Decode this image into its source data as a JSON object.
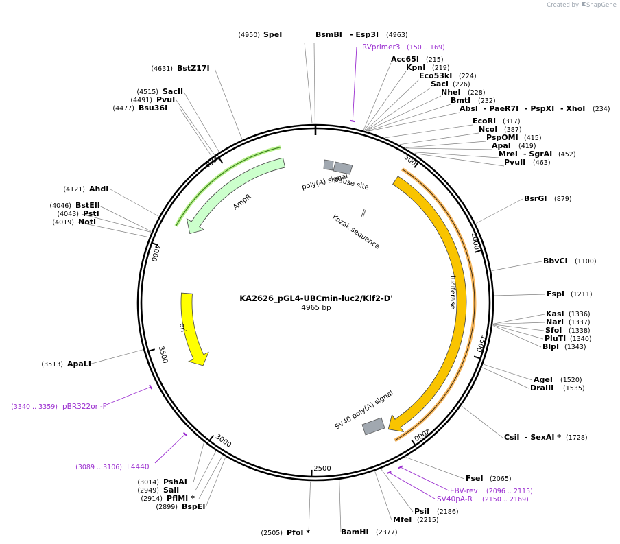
{
  "plasmid": {
    "name": "KA2626_pGL4-UBCmin-luc2/Klf2-D'",
    "size_label": "4965 bp",
    "length": 4965
  },
  "brand": {
    "created_by": "Created by",
    "product": "SnapGene"
  },
  "ticks": [
    {
      "bp": 500,
      "label": "500"
    },
    {
      "bp": 1000,
      "label": "1000"
    },
    {
      "bp": 1500,
      "label": "1500"
    },
    {
      "bp": 2000,
      "label": "2000"
    },
    {
      "bp": 2500,
      "label": "2500"
    },
    {
      "bp": 3000,
      "label": "3000"
    },
    {
      "bp": 3500,
      "label": "3500"
    },
    {
      "bp": 4000,
      "label": "4000"
    },
    {
      "bp": 4500,
      "label": "4500"
    }
  ],
  "features": [
    {
      "name": "luciferase",
      "start": 457,
      "end": 2070,
      "dir": 1,
      "color": "#f9c400"
    },
    {
      "name": "SV40 poly(A) signal",
      "start": 2120,
      "end": 2240,
      "dir": 0,
      "color": "#a1a8b0"
    },
    {
      "name": "ori",
      "start": 3320,
      "end": 3780,
      "dir": -1,
      "color": "#ffff00"
    },
    {
      "name": "AmpR",
      "start": 4120,
      "end": 4790,
      "dir": -1,
      "color": "#ccffcc"
    },
    {
      "name": "poly(A) signal",
      "start": 60,
      "end": 115,
      "dir": 0,
      "color": "#a1a8b0"
    },
    {
      "name": "pause site",
      "start": 120,
      "end": 210,
      "dir": 0,
      "color": "#a1a8b0"
    },
    {
      "name": "Kozak sequence",
      "start": 0,
      "end": 0,
      "dir": 0,
      "color": "#000000"
    }
  ],
  "orf_arc": {
    "start": 455,
    "end": 2070,
    "color": "#f7b75e"
  },
  "amp_arc": {
    "start": 4120,
    "end": 4790,
    "color": "#3a7d1e"
  },
  "sites": [
    {
      "name": "SpeI",
      "pos": "(4950)"
    },
    {
      "name": "BsmBI",
      "pos": ""
    },
    {
      "name": "- Esp3I",
      "pos": "(4963)"
    },
    {
      "name": "Acc65I",
      "pos": "(215)"
    },
    {
      "name": "KpnI",
      "pos": "(219)"
    },
    {
      "name": "Eco53kI",
      "pos": "(224)"
    },
    {
      "name": "SacI",
      "pos": "(226)"
    },
    {
      "name": "NheI",
      "pos": "(228)"
    },
    {
      "name": "BmtI",
      "pos": "(232)"
    },
    {
      "name": "AbsI",
      "pos": ""
    },
    {
      "name": "- PaeR7I",
      "pos": ""
    },
    {
      "name": "- PspXI",
      "pos": ""
    },
    {
      "name": "- XhoI",
      "pos": "(234)"
    },
    {
      "name": "EcoRI",
      "pos": "(317)"
    },
    {
      "name": "NcoI",
      "pos": "(387)"
    },
    {
      "name": "PspOMI",
      "pos": "(415)"
    },
    {
      "name": "ApaI",
      "pos": "(419)"
    },
    {
      "name": "MreI",
      "pos": ""
    },
    {
      "name": "- SgrAI",
      "pos": "(452)"
    },
    {
      "name": "PvuII",
      "pos": "(463)"
    },
    {
      "name": "BsrGI",
      "pos": "(879)"
    },
    {
      "name": "BbvCI",
      "pos": "(1100)"
    },
    {
      "name": "FspI",
      "pos": "(1211)"
    },
    {
      "name": "KasI",
      "pos": "(1336)"
    },
    {
      "name": "NarI",
      "pos": "(1337)"
    },
    {
      "name": "SfoI",
      "pos": "(1338)"
    },
    {
      "name": "PluTI",
      "pos": "(1340)"
    },
    {
      "name": "BlpI",
      "pos": "(1343)"
    },
    {
      "name": "AgeI",
      "pos": "(1520)"
    },
    {
      "name": "DraIII",
      "pos": "(1535)"
    },
    {
      "name": "CsiI",
      "pos": ""
    },
    {
      "name": "- SexAI *",
      "pos": "(1728)"
    },
    {
      "name": "FseI",
      "pos": "(2065)"
    },
    {
      "name": "PsiI",
      "pos": "(2186)"
    },
    {
      "name": "MfeI",
      "pos": "(2215)"
    },
    {
      "name": "BamHI",
      "pos": "(2377)"
    },
    {
      "name": "PfoI *",
      "pos": "(2505)"
    },
    {
      "name": "BspEI",
      "pos": "(2899)"
    },
    {
      "name": "PflMI *",
      "pos": "(2914)"
    },
    {
      "name": "SalI",
      "pos": "(2949)"
    },
    {
      "name": "PshAI",
      "pos": "(3014)"
    },
    {
      "name": "ApaLI",
      "pos": "(3513)"
    },
    {
      "name": "NotI",
      "pos": "(4019)"
    },
    {
      "name": "PstI",
      "pos": "(4043)"
    },
    {
      "name": "BstEII",
      "pos": "(4046)"
    },
    {
      "name": "AhdI",
      "pos": "(4121)"
    },
    {
      "name": "Bsu36I",
      "pos": "(4477)"
    },
    {
      "name": "PvuI",
      "pos": "(4491)"
    },
    {
      "name": "SacII",
      "pos": "(4515)"
    },
    {
      "name": "BstZ17I",
      "pos": "(4631)"
    }
  ],
  "primers": [
    {
      "name": "RVprimer3",
      "pos": "(150 .. 169)",
      "bp": 150
    },
    {
      "name": "EBV-rev",
      "pos": "(2096 .. 2115)",
      "bp": 2096
    },
    {
      "name": "SV40pA-R",
      "pos": "(2150 .. 2169)",
      "bp": 2150
    },
    {
      "name": "L4440",
      "pos": "(3089 .. 3106)",
      "bp": 3089
    },
    {
      "name": "pBR322ori-F",
      "pos": "(3340 .. 3359)",
      "bp": 3340
    }
  ],
  "colors": {
    "backbone": "#000000",
    "primer": "#9b2fd0",
    "leader": "#808080"
  }
}
